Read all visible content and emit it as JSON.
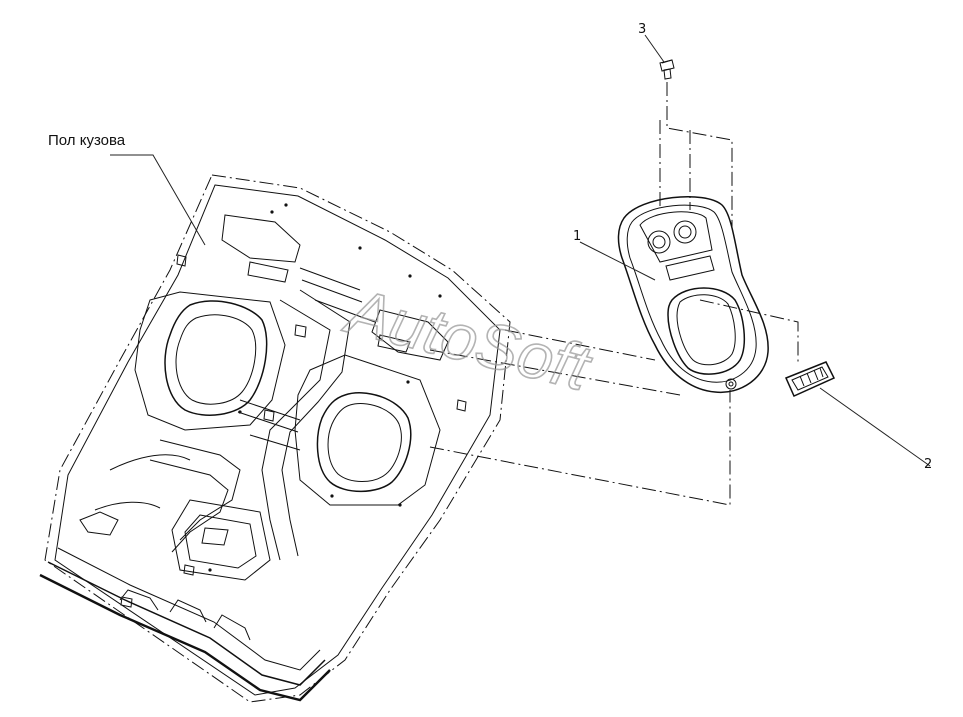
{
  "labels": {
    "body_floor": "Пол кузова",
    "callout_1": "1",
    "callout_2": "2",
    "callout_3": "3"
  },
  "watermark": "AutoSoft",
  "colors": {
    "line": "#111111",
    "watermark": "#9a9a9a",
    "background": "#ffffff"
  }
}
